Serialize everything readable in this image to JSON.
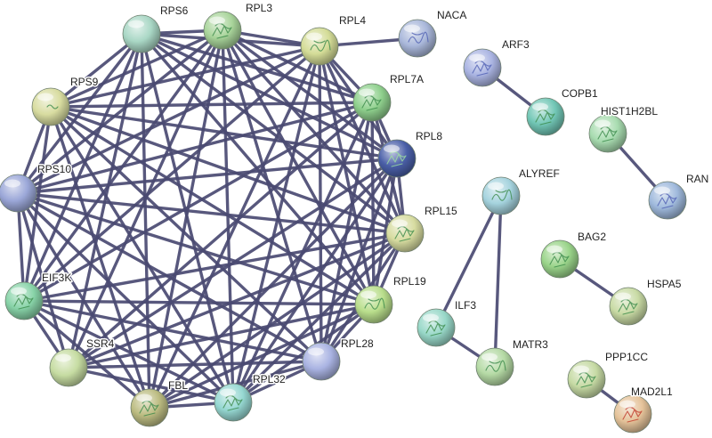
{
  "nodes": [
    {
      "id": "RPS6",
      "label": "RPS6",
      "color": "#a9d7c5",
      "glyph": "none"
    },
    {
      "id": "RPL3",
      "label": "RPL3",
      "color": "#a8d49a",
      "glyph": "ribbon"
    },
    {
      "id": "RPL4",
      "label": "RPL4",
      "color": "#d4dc97",
      "glyph": "coil"
    },
    {
      "id": "NACA",
      "label": "NACA",
      "color": "#a9b7da",
      "glyph": "coil"
    },
    {
      "id": "RPS9",
      "label": "RPS9",
      "color": "#d8dca0",
      "glyph": "small"
    },
    {
      "id": "RPL7A",
      "label": "RPL7A",
      "color": "#8fd08d",
      "glyph": "ribbon"
    },
    {
      "id": "RPL8",
      "label": "RPL8",
      "color": "#4a5fa8",
      "glyph": "ribbon"
    },
    {
      "id": "RPS10",
      "label": "RPS10",
      "color": "#9ba7d8",
      "glyph": "none"
    },
    {
      "id": "RPL15",
      "label": "RPL15",
      "color": "#d7dca0",
      "glyph": "ribbon"
    },
    {
      "id": "EIF3K",
      "label": "EIF3K",
      "color": "#88d3a8",
      "glyph": "ribbon"
    },
    {
      "id": "RPL19",
      "label": "RPL19",
      "color": "#b9de8c",
      "glyph": "coil"
    },
    {
      "id": "SSR4",
      "label": "SSR4",
      "color": "#c6dca2",
      "glyph": "none"
    },
    {
      "id": "RPL28",
      "label": "RPL28",
      "color": "#a9b3e2",
      "glyph": "none"
    },
    {
      "id": "FBL",
      "label": "FBL",
      "color": "#bcbc82",
      "glyph": "ribbon"
    },
    {
      "id": "RPL32",
      "label": "RPL32",
      "color": "#96d8d2",
      "glyph": "ribbon"
    },
    {
      "id": "ARF3",
      "label": "ARF3",
      "color": "#aab4e2",
      "glyph": "ribbon"
    },
    {
      "id": "COPB1",
      "label": "COPB1",
      "color": "#72c7b6",
      "glyph": "ribbon"
    },
    {
      "id": "HIST1H2BL",
      "label": "HIST1H2BL",
      "color": "#a8dcb0",
      "glyph": "ribbon"
    },
    {
      "id": "RAN",
      "label": "RAN",
      "color": "#9fb9dc",
      "glyph": "ribbon"
    },
    {
      "id": "ALYREF",
      "label": "ALYREF",
      "color": "#a5d3de",
      "glyph": "coil"
    },
    {
      "id": "BAG2",
      "label": "BAG2",
      "color": "#9ad48a",
      "glyph": "ribbon"
    },
    {
      "id": "HSPA5",
      "label": "HSPA5",
      "color": "#c9dba5",
      "glyph": "ribbon"
    },
    {
      "id": "ILF3",
      "label": "ILF3",
      "color": "#98d8c8",
      "glyph": "ribbon"
    },
    {
      "id": "MATR3",
      "label": "MATR3",
      "color": "#b5daa5",
      "glyph": "coil"
    },
    {
      "id": "PPP1CC",
      "label": "PPP1CC",
      "color": "#c6daa4",
      "glyph": "ribbon"
    },
    {
      "id": "MAD2L1",
      "label": "MAD2L1",
      "color": "#e5c39a",
      "glyph": "ribbon"
    }
  ],
  "cluster_members": [
    "RPS6",
    "RPL3",
    "RPL4",
    "RPL7A",
    "RPL8",
    "RPL15",
    "RPL19",
    "RPL28",
    "RPL32",
    "FBL",
    "SSR4",
    "EIF3K",
    "RPS10",
    "RPS9"
  ],
  "cluster_missing_edges": [
    [
      "FBL",
      "SSR4"
    ],
    [
      "RPS6",
      "RPL28"
    ],
    [
      "SSR4",
      "RPL4"
    ],
    [
      "FBL",
      "RPL7A"
    ],
    [
      "EIF3K",
      "RPL8"
    ],
    [
      "SSR4",
      "RPS9"
    ]
  ],
  "extra_edges": [
    [
      "RPL4",
      "NACA"
    ],
    [
      "ARF3",
      "COPB1"
    ],
    [
      "HIST1H2BL",
      "RAN"
    ],
    [
      "ALYREF",
      "ILF3"
    ],
    [
      "ALYREF",
      "MATR3"
    ],
    [
      "ILF3",
      "MATR3"
    ],
    [
      "BAG2",
      "HSPA5"
    ],
    [
      "PPP1CC",
      "MAD2L1"
    ]
  ],
  "glyph_color": "#3b8a4a",
  "edge_color": "#4a4a72"
}
